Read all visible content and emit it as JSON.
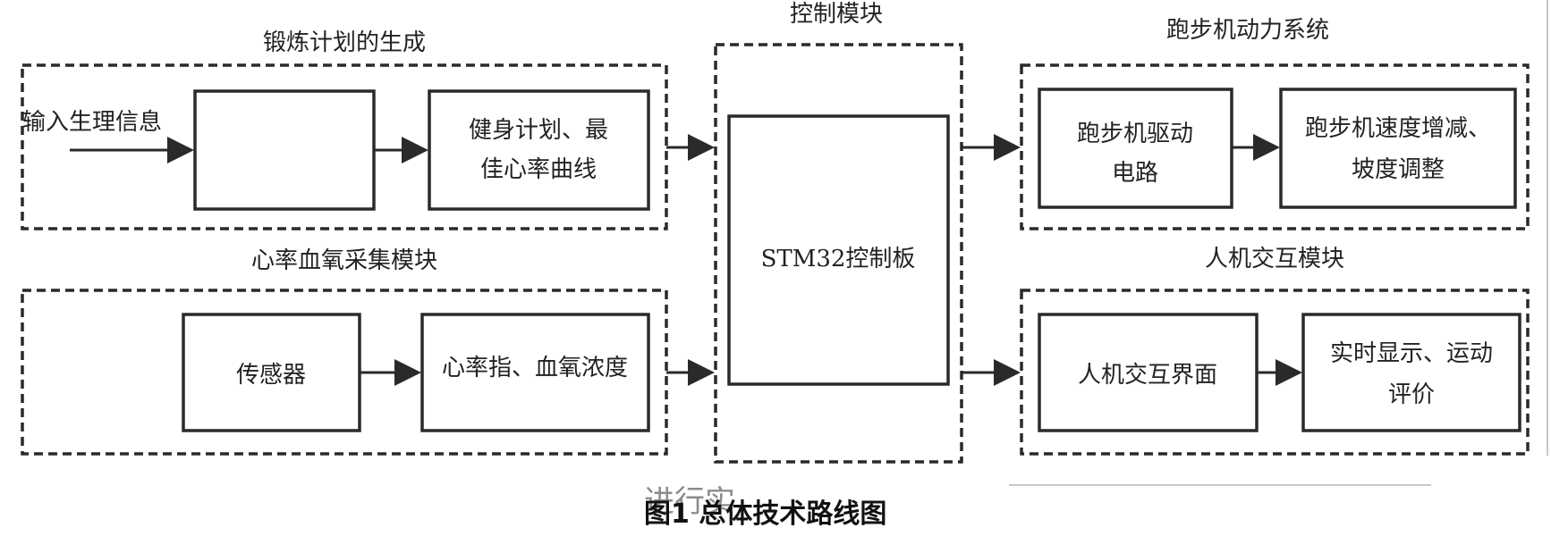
{
  "groups": {
    "plan": "锻炼计划的生成",
    "control": "控制模块",
    "treadmill": "跑步机动力系统",
    "sensor": "心率血氧采集模块",
    "hmi": "人机交互模块"
  },
  "input_label": "输入生理信息",
  "boxes": {
    "plan_output": [
      "健身计划、最",
      "佳心率曲线"
    ],
    "stm32": "STM32控制板",
    "drive_circuit": [
      "跑步机驱动",
      "电路"
    ],
    "speed_adjust": [
      "跑步机速度增减、",
      "坡度调整"
    ],
    "sensor": "传感器",
    "sensor_output": "心率指、血氧浓度",
    "hmi_interface": "人机交互界面",
    "hmi_output": [
      "实时显示、运动",
      "评价"
    ]
  },
  "caption": "图1 总体技术路线图",
  "caption_overlay": "进行实",
  "colors": {
    "stroke": "#2a2a2a",
    "background": "#ffffff"
  }
}
